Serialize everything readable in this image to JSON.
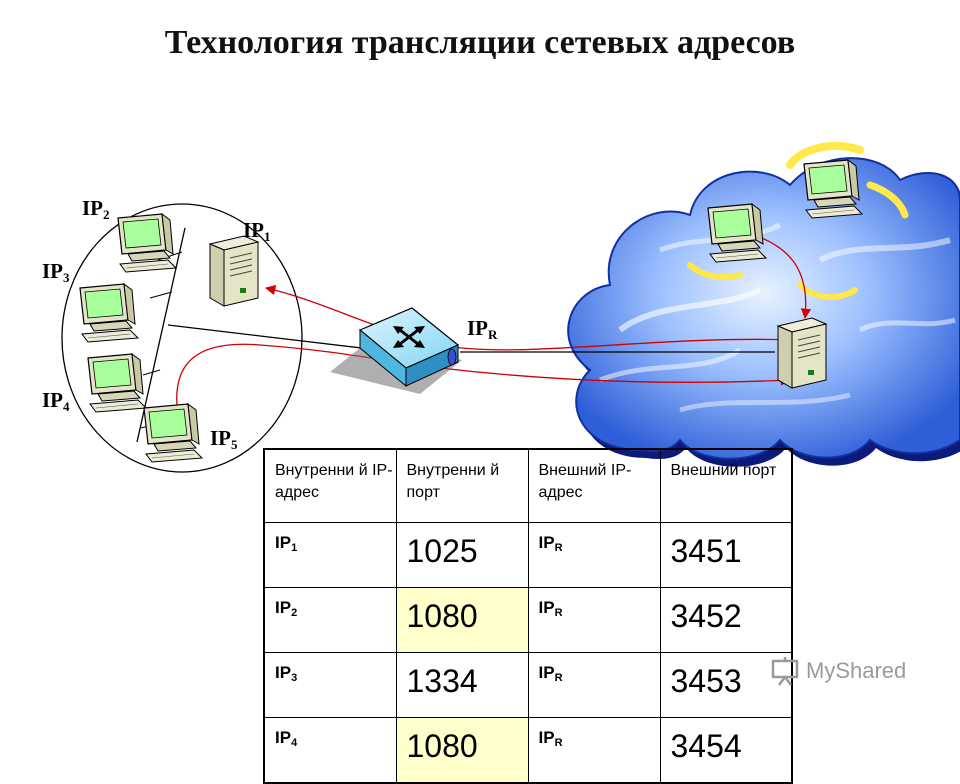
{
  "title": "Технология трансляции сетевых адресов",
  "labels": {
    "ip_prefix": "IP",
    "ip1_sub": "1",
    "ip2_sub": "2",
    "ip3_sub": "3",
    "ip4_sub": "4",
    "ip5_sub": "5",
    "ipr_sub": "R"
  },
  "table": {
    "headers": [
      "Внутренни й IP-адрес",
      "Внутренни й порт",
      "Внешний IP-адрес",
      "Внешний порт"
    ],
    "rows": [
      {
        "int_ip": "IP",
        "int_sub": "1",
        "int_port": "1025",
        "ext_ip": "IP",
        "ext_sub": "R",
        "ext_port": "3451"
      },
      {
        "int_ip": "IP",
        "int_sub": "2",
        "int_port": "1080",
        "ext_ip": "IP",
        "ext_sub": "R",
        "ext_port": "3452"
      },
      {
        "int_ip": "IP",
        "int_sub": "3",
        "int_port": "1334",
        "ext_ip": "IP",
        "ext_sub": "R",
        "ext_port": "3453"
      },
      {
        "int_ip": "IP",
        "int_sub": "4",
        "int_port": "1080",
        "ext_ip": "IP",
        "ext_sub": "R",
        "ext_port": "3454"
      }
    ]
  },
  "watermark": "MyShared",
  "colors": {
    "cloud": "#3f6fe0",
    "cloud_edge": "#0a1a8a",
    "arrow": "#d00000",
    "highlight": "#ffffcc",
    "monitor_screen": "#9aff9a"
  }
}
